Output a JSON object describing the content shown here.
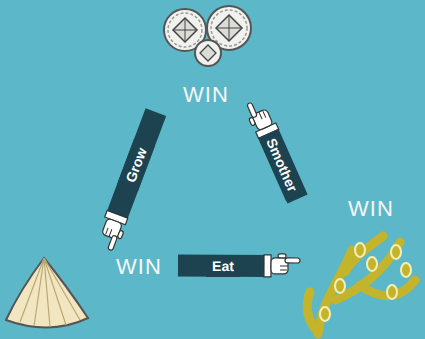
{
  "diagram": {
    "nodes": [
      {
        "text": [
          "WIN"
        ]
      },
      {
        "text": [
          "WIN"
        ]
      },
      {
        "text": [
          "WIN"
        ]
      }
    ],
    "edges": [
      {
        "from": 0,
        "to": 1,
        "label": "Grow",
        "arrow": "to"
      },
      {
        "from": 2,
        "to": 0,
        "label": "Smother",
        "arrow": "to"
      },
      {
        "from": 1,
        "to": 2,
        "label": "Eat",
        "arrow": "to"
      }
    ]
  }
}
